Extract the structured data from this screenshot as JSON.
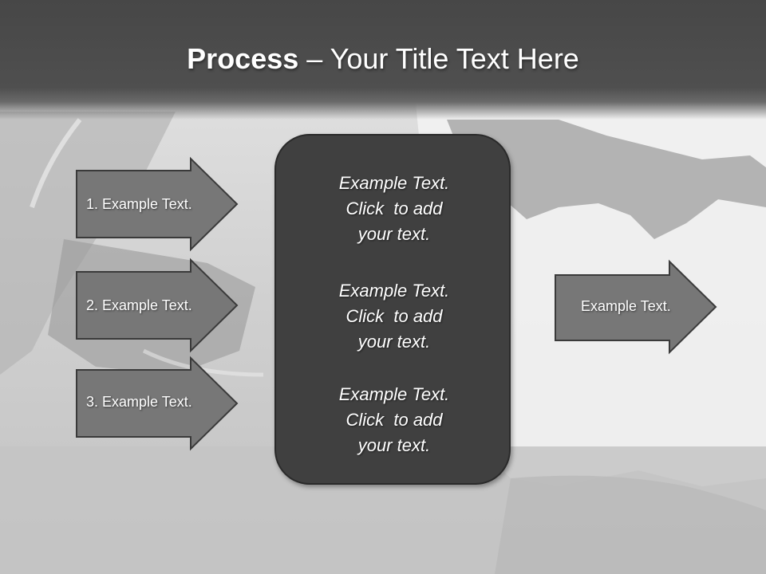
{
  "slide": {
    "title_bold": "Process",
    "title_rest": " – Your Title Text Here"
  },
  "left_arrows": [
    {
      "label": "1. Example Text."
    },
    {
      "label": "2. Example Text."
    },
    {
      "label": "3. Example Text."
    }
  ],
  "center_box": {
    "blocks": [
      {
        "lines": [
          "Example Text.",
          "Click  to add",
          "your text."
        ]
      },
      {
        "lines": [
          "Example Text.",
          "Click  to add",
          "your text."
        ]
      },
      {
        "lines": [
          "Example Text.",
          "Click  to add",
          "your text."
        ]
      }
    ]
  },
  "right_arrow": {
    "label": "Example Text."
  },
  "colors": {
    "arrow_fill": "#777777",
    "arrow_stroke": "#3a3a3a",
    "box_fill": "#404040",
    "title_bar": "#4a4a4a",
    "text": "#ffffff"
  }
}
